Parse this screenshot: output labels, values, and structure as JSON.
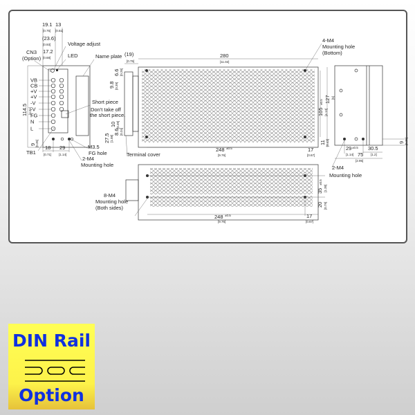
{
  "side_view": {
    "dim_19_1": "19.1",
    "dim_19_1_in": "[0.75]",
    "dim_13": "13",
    "dim_13_in": "[0.51]",
    "dim_23_6": "(23.6)",
    "dim_23_6_in": "[0.93]",
    "dim_17_2": "17.2",
    "dim_17_2_in": "[0.68]",
    "voltage_adjust": "Voltage adjust",
    "cn3": "CN3",
    "cn3_option": "(Option)",
    "led": "LED",
    "name_plate": "Name plate",
    "terminals": [
      "VB",
      "CB",
      "+V",
      "+V",
      "-V",
      "-V",
      "FG",
      "N",
      "L"
    ],
    "dim_114_5": "114.5",
    "dim_114_5_in": "[4.51]",
    "short_piece": "Short piece",
    "short_note1": "Don't take off",
    "short_note2": "the short piece.",
    "dim_9": "9",
    "dim_9_in": "[0.35]",
    "tb1": "TB1",
    "dim_18": "18",
    "dim_18_in": "[0.71]",
    "dim_29": "29",
    "dim_29_in": "[1.14]",
    "m3_5": "M3.5",
    "fg_hole": "FG hole",
    "m4": "2-M4",
    "mounting_hole": "Mounting hole"
  },
  "top_view": {
    "dim_19": "(19)",
    "dim_19_in": "[0.75]",
    "dim_280": "280",
    "dim_280_in": "[11.02]",
    "dim_6_6": "6.6",
    "dim_6_6_in": "[0.26]",
    "dim_9_8": "9.8",
    "dim_9_8_in": "[0.39]",
    "dim_10": "10",
    "dim_10_in": "[0.39]",
    "dim_8_6": "8.6",
    "dim_8_6_in": "[0.34]",
    "dim_27_5": "27.5",
    "dim_27_5_in": "[1.08]",
    "terminal_cover": "Terminal cover",
    "dim_248": "248",
    "tol": "±0.5",
    "dim_248_in": "[9.76]",
    "dim_17": "17",
    "dim_17_in": "[0.67]",
    "m4": "4-M4",
    "mounting_hole": "Mounting hole",
    "bottom": "(Bottom)",
    "dim_105": "105",
    "dim_105_in": "[4.13]",
    "dim_127": "127",
    "dim_127_in": "[5]",
    "dim_11": "11",
    "dim_11_in": "[0.43]"
  },
  "end_view": {
    "dim_29": "29",
    "tol": "±0.5",
    "dim_29_in": "[1.14]",
    "dim_30_5": "30.5",
    "dim_30_5_in": "[1.2]",
    "dim_75": "75",
    "dim_75_in": "[2.95]",
    "dim_9": "9",
    "dim_9_in": "[0.35]",
    "m4": "2-M4",
    "mounting_hole": "Mounting hole"
  },
  "front_view": {
    "dim_35": "35",
    "tol": "±0.5",
    "dim_35_in": "[1.38]",
    "dim_20": "20",
    "dim_20_in": "[0.79]",
    "dim_248": "248",
    "dim_248_in": "[9.76]",
    "dim_17": "17",
    "dim_17_in": "[0.67]",
    "m4": "8-M4",
    "mounting_hole": "Mounting hole",
    "both_sides": "(Both sides)"
  },
  "badge": {
    "line1": "DIN Rail",
    "line2": "Option",
    "colors": {
      "text": "#1030e0",
      "background": "#ffff55"
    }
  }
}
